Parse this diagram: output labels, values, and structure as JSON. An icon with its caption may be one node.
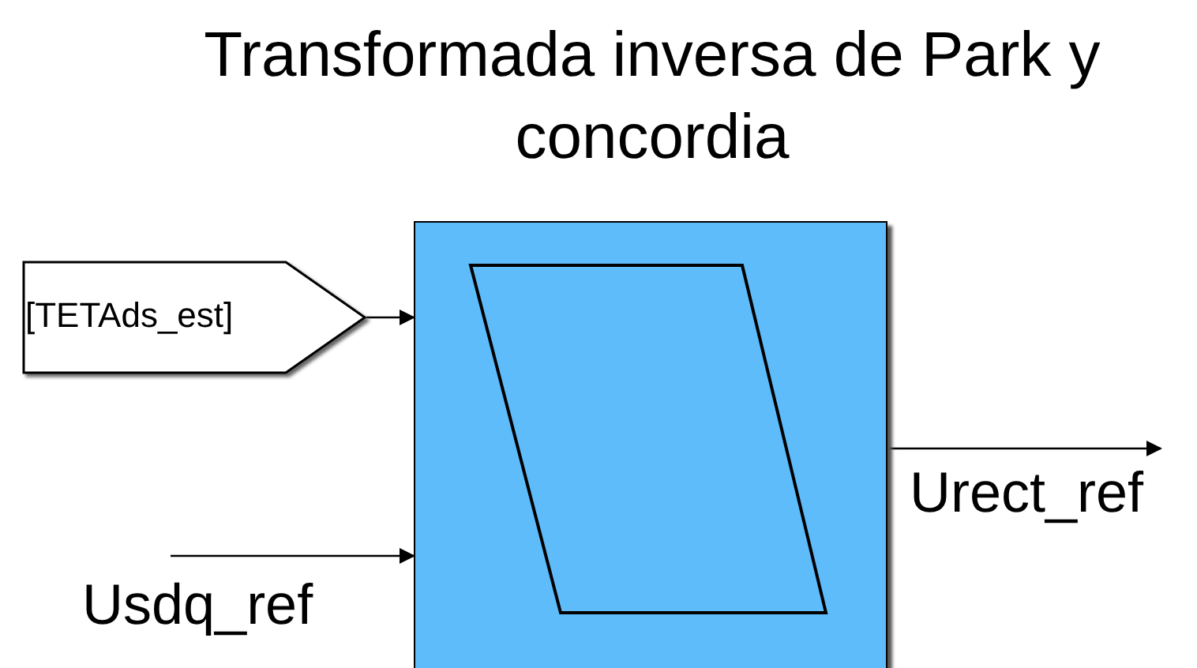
{
  "diagram": {
    "nodes": [
      {
        "text": [
          "Transformada inversa de Park y concordia"
        ]
      },
      {
        "text": [
          "[TETAds_est]"
        ]
      }
    ],
    "edges": [
      {
        "from": 1,
        "to": 0,
        "arrow": "to"
      },
      {
        "from": null,
        "to": 0,
        "arrow": "to",
        "label": "Usdq_ref"
      },
      {
        "from": 0,
        "to": null,
        "arrow": "to",
        "label": "Urect_ref"
      }
    ]
  }
}
